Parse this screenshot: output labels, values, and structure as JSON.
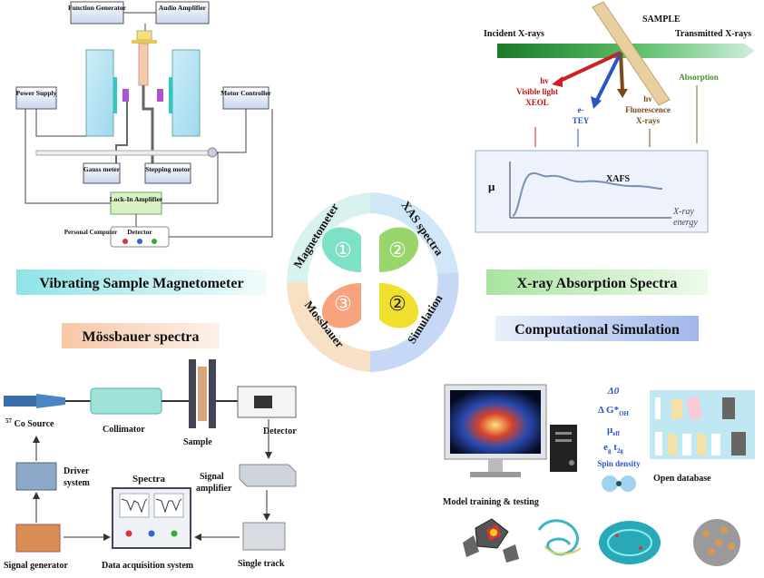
{
  "vsm": {
    "function_generator": "Function Generator",
    "audio_amplifier": "Audio Amplifier",
    "power_supply": "Power Supply",
    "motor_controller": "Motor Controller",
    "gauss_meter": "Gauss meter",
    "stepping_motor": "Stepping motor",
    "lock_in_amplifier": "Lock-In Amplifier",
    "personal_computer": "Personal Computer",
    "detector": "Detector",
    "banner": "Vibrating Sample Magnetometer"
  },
  "xas": {
    "sample": "SAMPLE",
    "incident": "Incident X-rays",
    "transmitted": "Transmitted X-rays",
    "hv1": "hv",
    "visible_light": "Visible light",
    "xeol": "XEOL",
    "e_minus": "e-",
    "tey": "TEY",
    "hv2": "hv",
    "fluorescence": "Fluorescence",
    "xrays": "X-rays",
    "absorption": "Absorption",
    "mu": "μ",
    "xafs": "XAFS",
    "xray": "X-ray",
    "energy": "energy",
    "banner": "X-ray Absorption Spectra"
  },
  "center": {
    "magnetometer": "Magnetometer",
    "xas_spectra": "XAS spectra",
    "simulation": "Simulation",
    "mossbauer": "Mossbauer",
    "petal_1": "①",
    "petal_2a": "②",
    "petal_3": "③",
    "petal_2b": "②"
  },
  "moss": {
    "banner": "Mössbauer spectra",
    "source": "Co Source",
    "source_sup": "57",
    "collimator": "Collimator",
    "sample": "Sample",
    "detector": "Detector",
    "driver": "Driver",
    "driver_system": "system",
    "spectra": "Spectra",
    "signal": "Signal",
    "signal_amplifier": "amplifier",
    "signal_generator": "Signal generator",
    "daq": "Data acquisition system",
    "single_track": "Single track"
  },
  "sim": {
    "banner": "Computational Simulation",
    "delta_o": "Δ0",
    "delta_g": "Δ G*",
    "delta_g_sub": "OH",
    "mu_eff": "μ",
    "mu_eff_sub": "eff",
    "eg": "e",
    "eg_sub": "g",
    "t2g": "t",
    "t2g_sub": "2g",
    "spin_density": "Spin density",
    "model_training": "Model training & testing",
    "open_database": "Open database"
  }
}
